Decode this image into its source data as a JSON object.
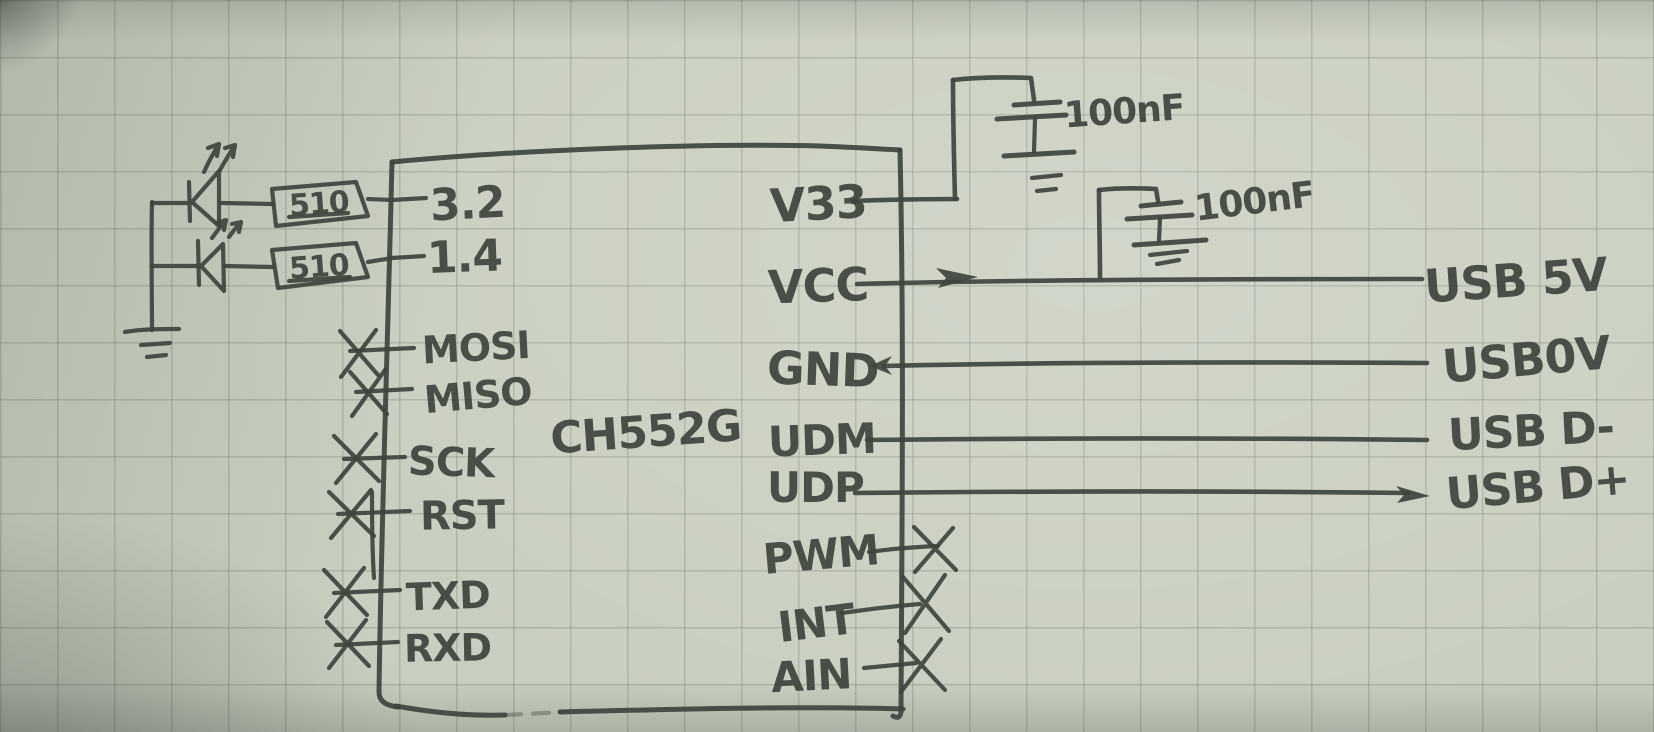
{
  "diagram": {
    "chip_label": "CH552G",
    "left_pins": {
      "p32": "3.2",
      "p14": "1.4",
      "mosi": "MOSI",
      "miso": "MISO",
      "sck": "SCK",
      "rst": "RST",
      "txd": "TXD",
      "rxd": "RXD"
    },
    "right_pins": {
      "v33": "V33",
      "vcc": "VCC",
      "gnd": "GND",
      "udm": "UDM",
      "udp": "UDP",
      "pwm": "PWM",
      "int": "INT",
      "ain": "AIN"
    },
    "resistors": {
      "r1": "510",
      "r2": "510"
    },
    "capacitors": {
      "c1": "100nF",
      "c2": "100nF"
    },
    "usb": {
      "v5": "USB 5V",
      "v0": "USB0V",
      "dm": "USB D-",
      "dp": "USB D+"
    }
  }
}
